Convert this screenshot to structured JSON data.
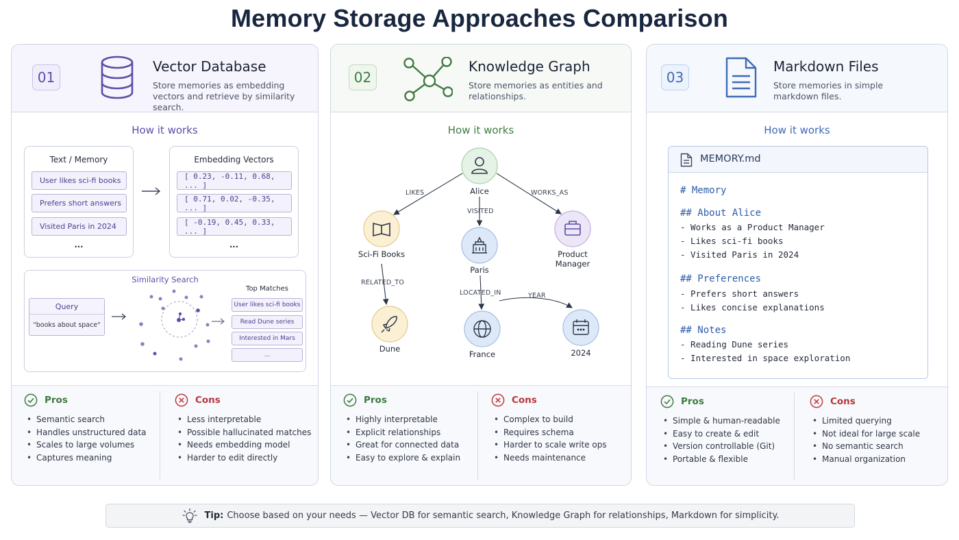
{
  "page": {
    "title": "Memory Storage Approaches Comparison"
  },
  "colors": {
    "purple": "#5b4ea8",
    "green": "#3f7b40",
    "blue": "#3e6ab5",
    "red": "#c23b3e"
  },
  "cards": [
    {
      "number": "01",
      "title": "Vector Database",
      "description": "Store memories as embedding vectors and retrieve by similarity search.",
      "icon": "database-icon",
      "how_it_works": "How it works",
      "text_memory_title": "Text / Memory",
      "text_items": [
        "User likes sci-fi books",
        "Prefers short answers",
        "Visited Paris in 2024",
        "..."
      ],
      "embedding_title": "Embedding Vectors",
      "embedding_items": [
        "[ 0.23, -0.11, 0.68, ... ]",
        "[ 0.71, 0.02, -0.35, ... ]",
        "[ -0.19, 0.45, 0.33, ... ]",
        "..."
      ],
      "similarity_title": "Similarity Search",
      "query_label": "Query",
      "query_text": "\"books about space\"",
      "top_matches_title": "Top Matches",
      "top_matches": [
        "User likes sci-fi books",
        "Read Dune series",
        "Interested in Mars",
        "..."
      ],
      "pros_label": "Pros",
      "pros": [
        "Semantic search",
        "Handles unstructured data",
        "Scales to large volumes",
        "Captures meaning"
      ],
      "cons_label": "Cons",
      "cons": [
        "Less interpretable",
        "Possible hallucinated matches",
        "Needs embedding model",
        "Harder to edit directly"
      ]
    },
    {
      "number": "02",
      "title": "Knowledge Graph",
      "description": "Store memories as entities and relationships.",
      "icon": "graph-icon",
      "how_it_works": "How it works",
      "nodes": {
        "alice": "Alice",
        "scifi": "Sci-Fi Books",
        "paris": "Paris",
        "pm": "Product Manager",
        "dune": "Dune",
        "france": "France",
        "year": "2024"
      },
      "edges": {
        "likes": "LIKES",
        "visited": "VISITED",
        "works_as": "WORKS_AS",
        "related_to": "RELATED_TO",
        "located_in": "LOCATED_IN",
        "year": "YEAR"
      },
      "pros_label": "Pros",
      "pros": [
        "Highly interpretable",
        "Explicit relationships",
        "Great for connected data",
        "Easy to explore & explain"
      ],
      "cons_label": "Cons",
      "cons": [
        "Complex to build",
        "Requires schema",
        "Harder to scale write ops",
        "Needs maintenance"
      ]
    },
    {
      "number": "03",
      "title": "Markdown Files",
      "description": "Store memories in simple markdown files.",
      "icon": "document-icon",
      "how_it_works": "How it works",
      "file_name": "MEMORY.md",
      "lines": [
        "# Memory",
        "## About Alice",
        "- Works as a Product Manager",
        "- Likes sci-fi books",
        "- Visited Paris in 2024",
        "## Preferences",
        "- Prefers short answers",
        "- Likes concise explanations",
        "## Notes",
        "- Reading Dune series",
        "- Interested in space exploration"
      ],
      "pros_label": "Pros",
      "pros": [
        "Simple & human-readable",
        "Easy to create & edit",
        "Version controllable (Git)",
        "Portable & flexible"
      ],
      "cons_label": "Cons",
      "cons": [
        "Limited querying",
        "Not ideal for large scale",
        "No semantic search",
        "Manual organization"
      ]
    }
  ],
  "tip": {
    "label": "Tip:",
    "text": "Choose based on your needs — Vector DB for semantic search, Knowledge Graph for relationships, Markdown for simplicity."
  }
}
